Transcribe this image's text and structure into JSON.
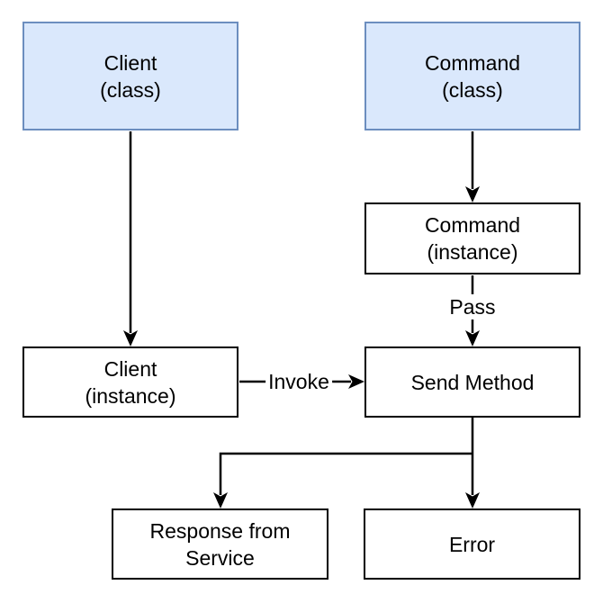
{
  "diagram": {
    "nodes": {
      "client_class": {
        "label": "Client\n(class)"
      },
      "command_class": {
        "label": "Command\n(class)"
      },
      "command_instance": {
        "label": "Command\n(instance)"
      },
      "client_instance": {
        "label": "Client\n(instance)"
      },
      "send_method": {
        "label": "Send Method"
      },
      "response_from_service": {
        "label": "Response from\nService"
      },
      "error": {
        "label": "Error"
      }
    },
    "edges": {
      "pass": {
        "label": "Pass"
      },
      "invoke": {
        "label": "Invoke"
      }
    },
    "colors": {
      "class_fill": "#dae8fc",
      "class_border": "#6c8ebf",
      "instance_fill": "#ffffff",
      "instance_border": "#000000",
      "connector": "#000000",
      "background": "#ffffff"
    }
  }
}
